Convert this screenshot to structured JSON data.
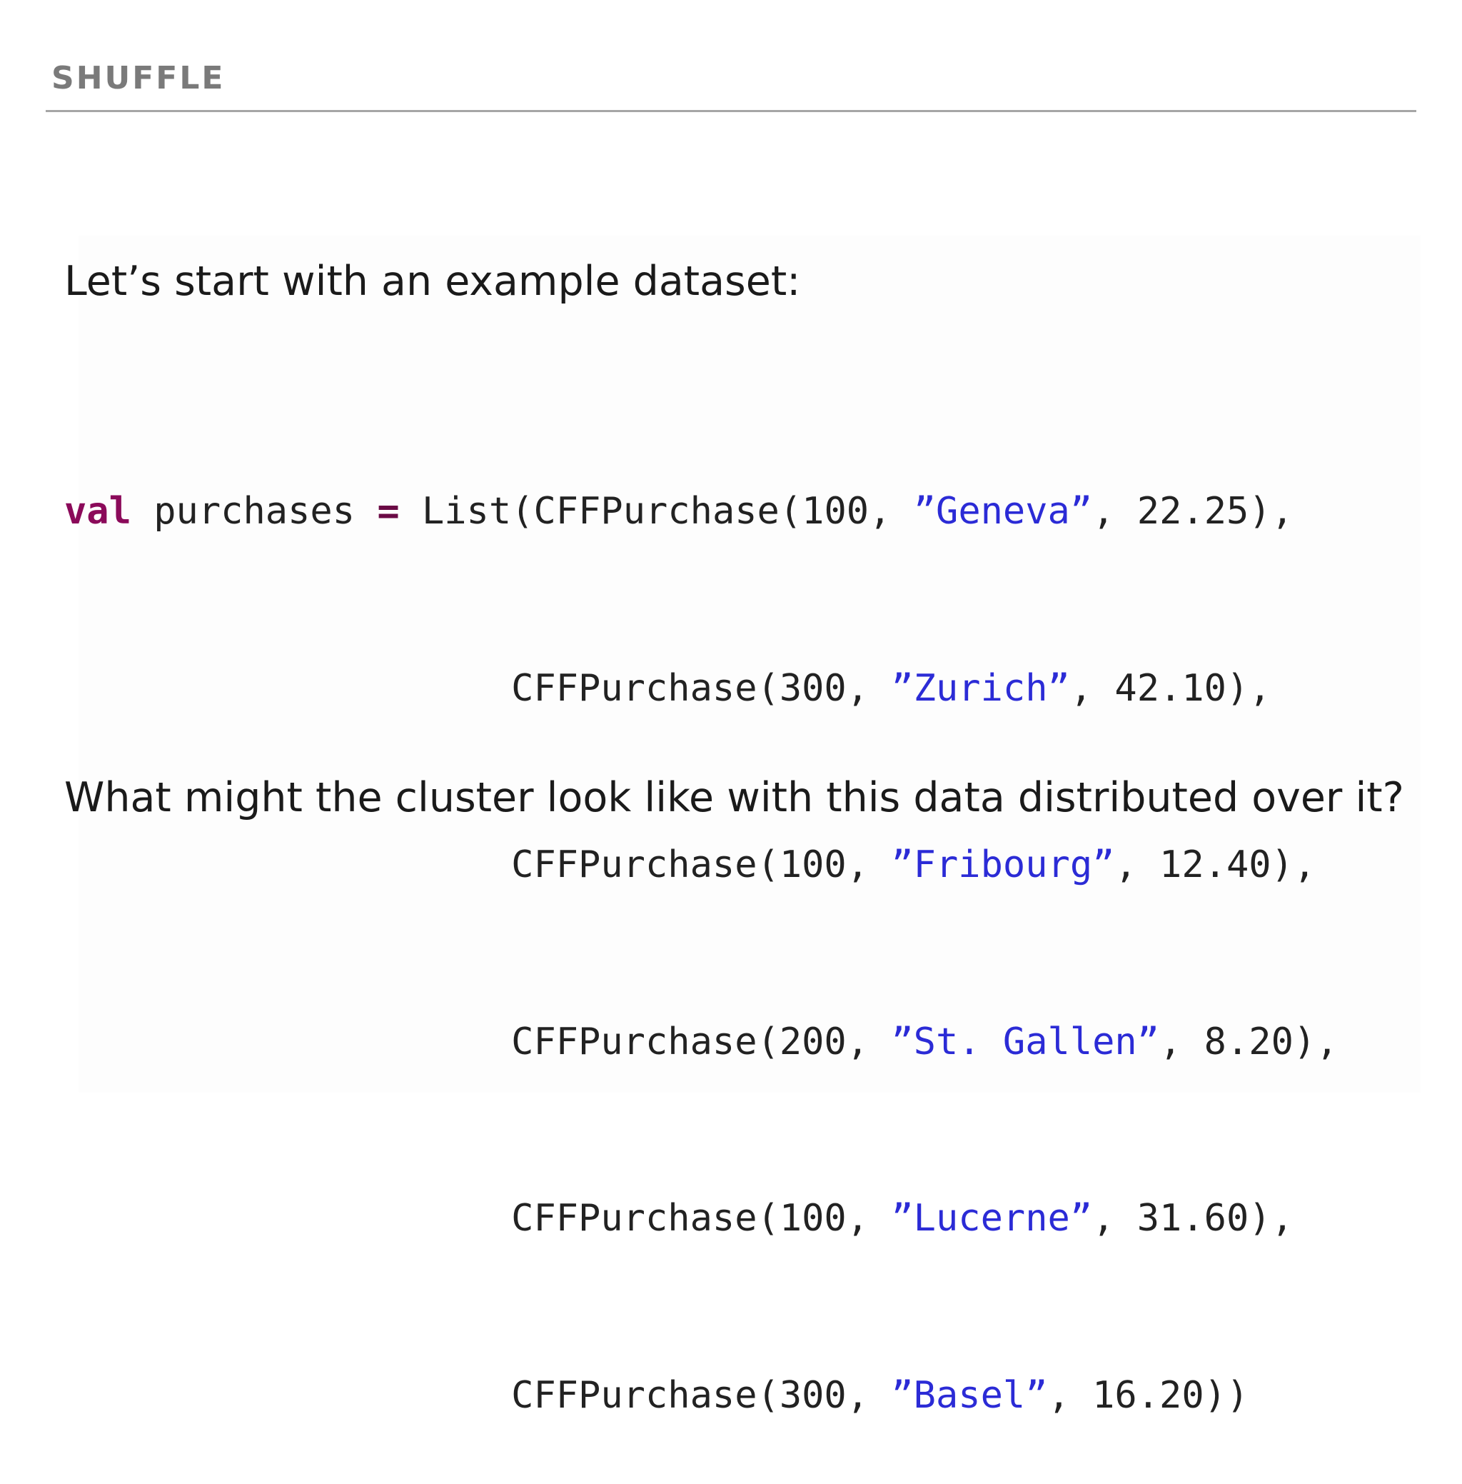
{
  "header": {
    "title": "SHUFFLE"
  },
  "slide": {
    "intro": "Let’s start with an example dataset:",
    "code": {
      "keyword": "val",
      "variable": "purchases",
      "operator": "=",
      "list_open": "List(",
      "indent": "                    ",
      "entries": [
        {
          "prefix": "CFFPurchase(100, ",
          "city": "”Geneva”",
          "suffix": ", 22.25),"
        },
        {
          "prefix": "CFFPurchase(300, ",
          "city": "”Zurich”",
          "suffix": ", 42.10),"
        },
        {
          "prefix": "CFFPurchase(100, ",
          "city": "”Fribourg”",
          "suffix": ", 12.40),"
        },
        {
          "prefix": "CFFPurchase(200, ",
          "city": "”St. Gallen”",
          "suffix": ", 8.20),"
        },
        {
          "prefix": "CFFPurchase(100, ",
          "city": "”Lucerne”",
          "suffix": ", 31.60),"
        },
        {
          "prefix": "CFFPurchase(300, ",
          "city": "”Basel”",
          "suffix": ", 16.20))"
        }
      ]
    },
    "question": "What might the cluster look like with this data distributed over it?"
  },
  "colors": {
    "keyword": "#8b0a5a",
    "string": "#2b2bd6",
    "text": "#1a1a1a",
    "header": "#7a7a7a",
    "rule": "#a6a6a6"
  }
}
